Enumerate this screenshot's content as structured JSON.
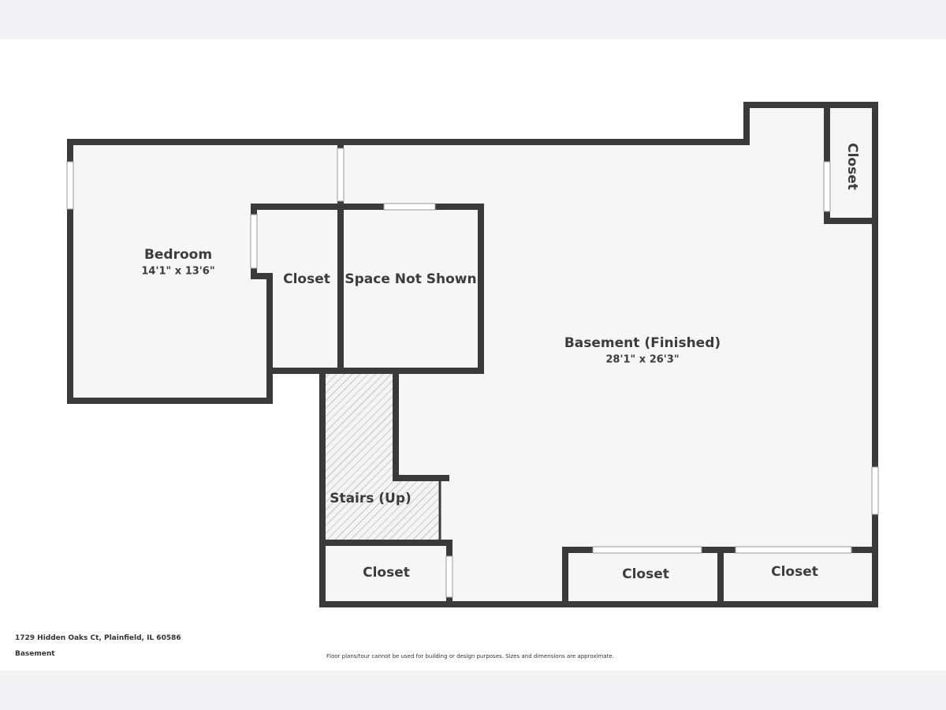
{
  "rooms": {
    "bedroom": {
      "name": "Bedroom",
      "dims": "14'1\" x 13'6\""
    },
    "closet_bedroom": {
      "name": "Closet"
    },
    "space_not_shown": {
      "name": "Space Not Shown"
    },
    "basement": {
      "name": "Basement (Finished)",
      "dims": "28'1\" x 26'3\""
    },
    "closet_top_right": {
      "name": "Closet"
    },
    "stairs": {
      "name": "Stairs (Up)"
    },
    "closet_stairs": {
      "name": "Closet"
    },
    "closet_bottom_mid": {
      "name": "Closet"
    },
    "closet_bottom_right": {
      "name": "Closet"
    }
  },
  "footer": {
    "address": "1729 Hidden Oaks Ct, Plainfield, IL 60586",
    "floor": "Basement",
    "disclaimer": "Floor plans/tour cannot be used for building or design purposes. Sizes and dimensions are approximate."
  },
  "colors": {
    "wall": "#3a3a3a",
    "floor": "#f6f6f6",
    "band": "#f3f3f5"
  }
}
